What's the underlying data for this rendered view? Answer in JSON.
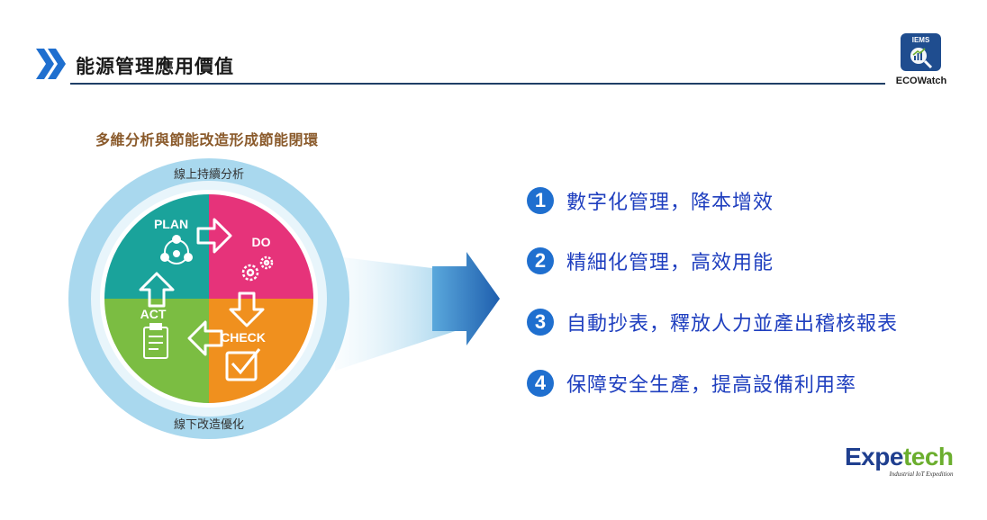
{
  "header": {
    "title": "能源管理應用價值",
    "logo_badge": "IEMS",
    "logo_caption": "ECOWatch"
  },
  "diagram": {
    "subtitle": "多維分析與節能改造形成節能閉環",
    "outer_top_label": "線上持續分析",
    "outer_bottom_label": "線下改造優化",
    "quadrants": [
      {
        "label": "PLAN",
        "color": "#1aa39b",
        "icon": "people-network-icon"
      },
      {
        "label": "DO",
        "color": "#e6337a",
        "icon": "gears-icon"
      },
      {
        "label": "CHECK",
        "color": "#f0901e",
        "icon": "checkbox-icon"
      },
      {
        "label": "ACT",
        "color": "#7bbd42",
        "icon": "clipboard-icon"
      }
    ],
    "ring_color": "#a9d8ee",
    "arrow_color": "#2a6fba"
  },
  "benefits": [
    {
      "num": "1",
      "text": "數字化管理，降本增效"
    },
    {
      "num": "2",
      "text": "精細化管理，高效用能"
    },
    {
      "num": "3",
      "text": "自動抄表，釋放人力並產出稽核報表"
    },
    {
      "num": "4",
      "text": "保障安全生產，提高設備利用率"
    }
  ],
  "footer": {
    "brand_part1": "Expe",
    "brand_part2": "tech",
    "tagline": "Industrial IoT Expedition"
  }
}
